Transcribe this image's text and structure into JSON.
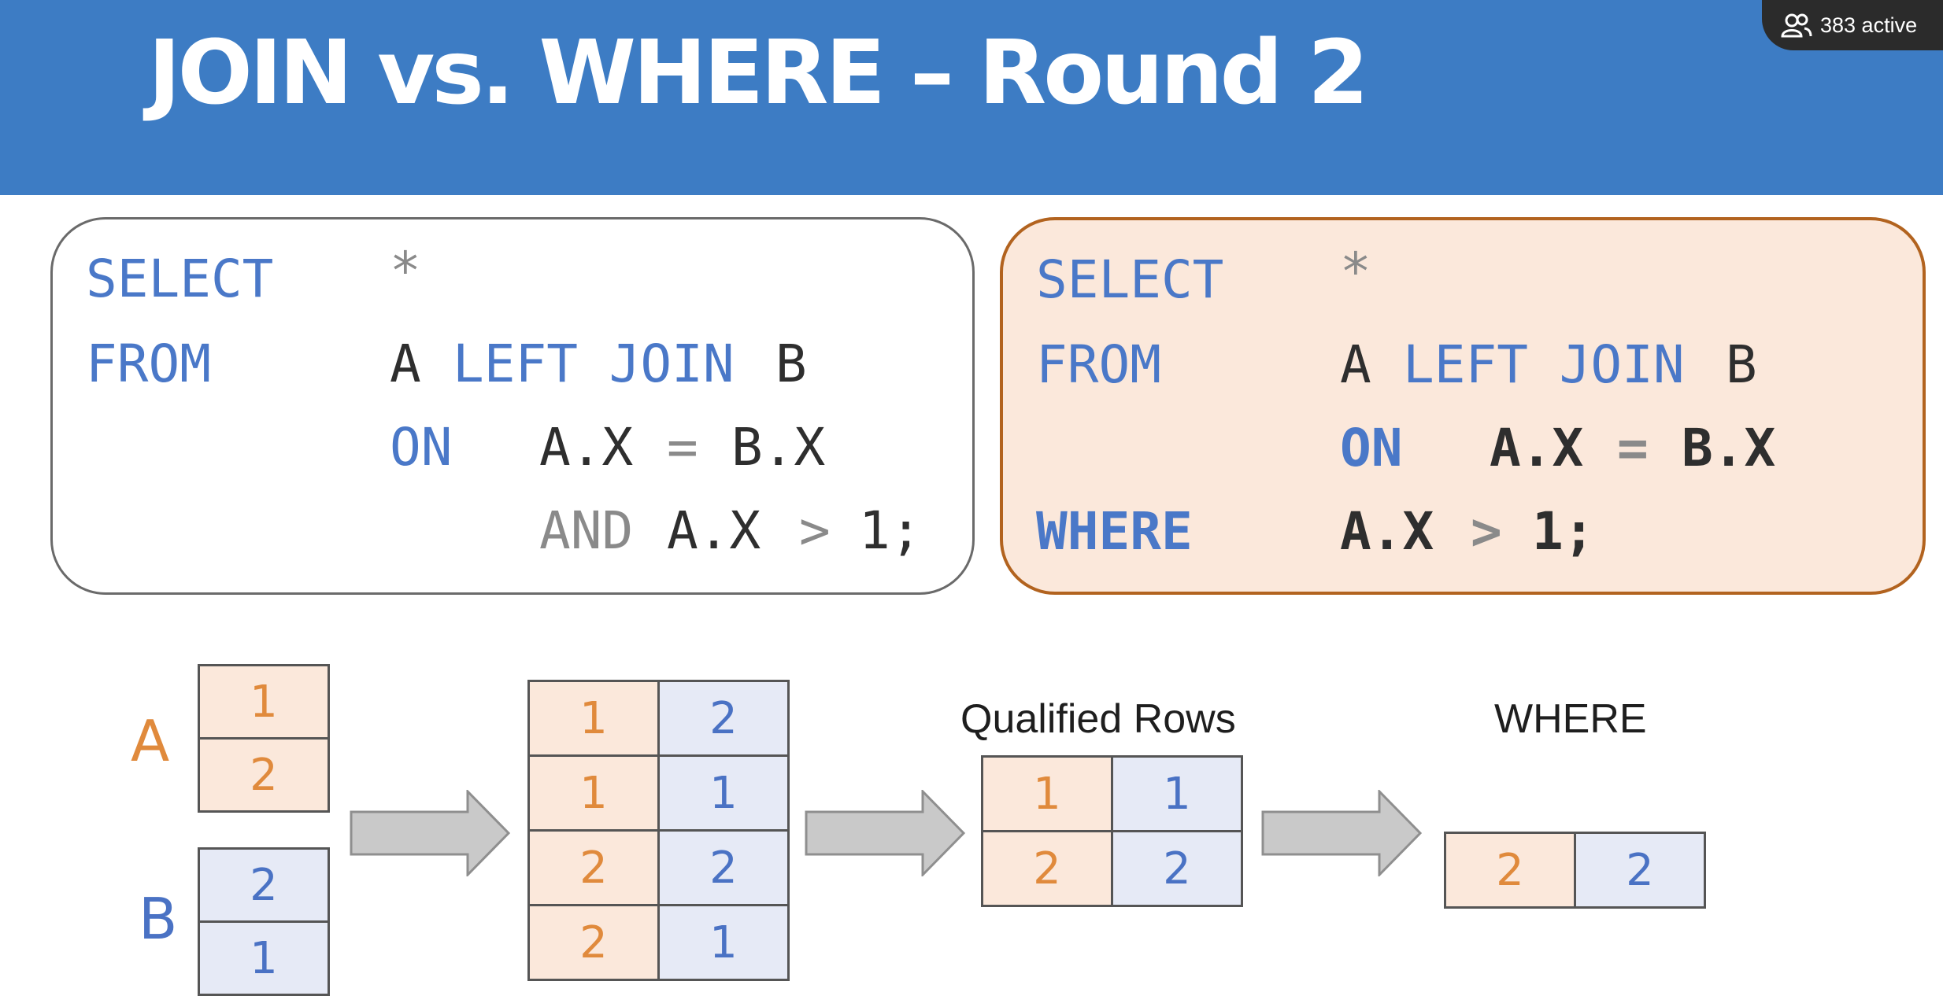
{
  "slide": {
    "title": "JOIN vs. WHERE – Round 2",
    "active_count": "383 active"
  },
  "query_left": {
    "select_kw": "SELECT",
    "star": "*",
    "from_kw": "FROM",
    "table_a": "A",
    "left_join_kw": "LEFT JOIN",
    "table_b": "B",
    "on_kw": "ON",
    "on_left": "A.X",
    "on_eq": "=",
    "on_right": "B.X",
    "and_kw": "AND",
    "cond_col": "A.X",
    "cond_op": ">",
    "cond_val": "1;"
  },
  "query_right": {
    "select_kw": "SELECT",
    "star": "*",
    "from_kw": "FROM",
    "table_a": "A",
    "left_join_kw": "LEFT JOIN",
    "table_b": "B",
    "on_kw": "ON",
    "on_left": "A.X",
    "on_eq": "=",
    "on_right": "B.X",
    "where_kw": "WHERE",
    "cond_col": "A.X",
    "cond_op": ">",
    "cond_val": "1;"
  },
  "diagram": {
    "table_a_label": "A",
    "table_a_values": [
      "1",
      "2"
    ],
    "table_b_label": "B",
    "table_b_values": [
      "2",
      "1"
    ],
    "joined_rows": [
      [
        "1",
        "2"
      ],
      [
        "1",
        "1"
      ],
      [
        "2",
        "2"
      ],
      [
        "2",
        "1"
      ]
    ],
    "qualified_caption": "Qualified Rows",
    "qualified_rows": [
      [
        "1",
        "1"
      ],
      [
        "2",
        "2"
      ]
    ],
    "where_caption": "WHERE",
    "where_rows": [
      [
        "2",
        "2"
      ]
    ]
  },
  "colors": {
    "header_blue": "#3d7cc4",
    "keyword_blue": "#4a78c8",
    "table_a_orange": "#e08a3c",
    "table_b_blue": "#4a72c4",
    "highlight_box_fill": "#fbe8db",
    "highlight_box_border": "#b2631f"
  }
}
